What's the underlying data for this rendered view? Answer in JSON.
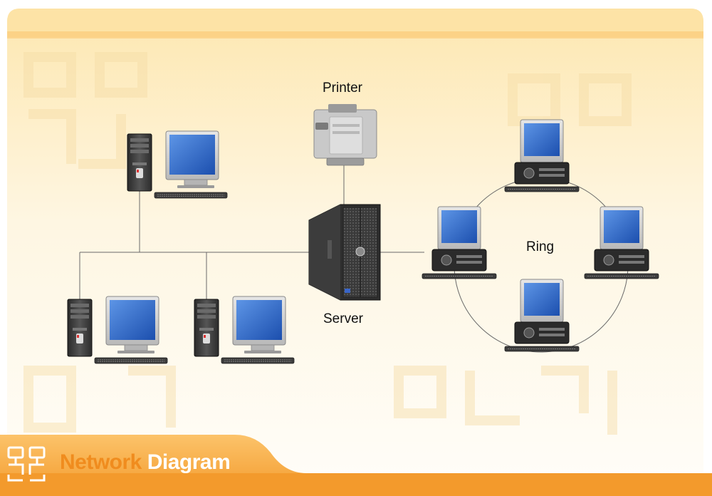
{
  "diagram": {
    "labels": {
      "printer": "Printer",
      "server": "Server",
      "ring": "Ring"
    },
    "footer": {
      "title_word1": "Network",
      "title_word2": "Diagram"
    },
    "colors": {
      "banner": "#f9a13a",
      "background_tint": "#fde9b6",
      "screen": "#2f67c8",
      "footer_word1": "#f08c1e",
      "footer_word2": "#ffffff"
    },
    "icons": [
      "logo-icon",
      "printer-icon",
      "server-icon",
      "desktop-computer-icon",
      "ring-workstation-icon"
    ]
  }
}
